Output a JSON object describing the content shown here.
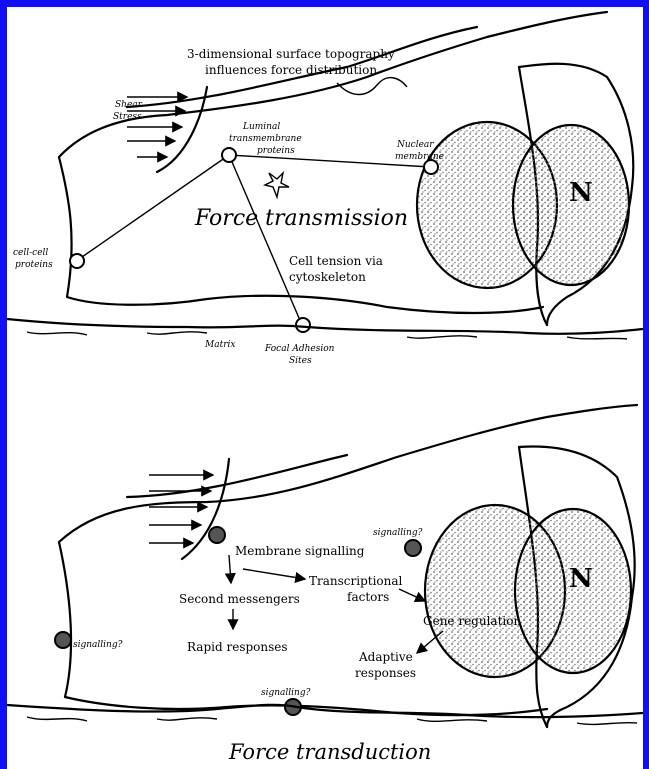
{
  "colors": {
    "border": "#1010f0",
    "ink": "#000000",
    "stipple": "#666666"
  },
  "top": {
    "topography_line1": "3-dimensional surface topography",
    "topography_line2": "influences force distribution",
    "shear_line1": "Shear",
    "shear_line2": "Stress",
    "luminal_line1": "Luminal",
    "luminal_line2": "transmembrane",
    "luminal_line3": "proteins",
    "nuclear_line1": "Nuclear",
    "nuclear_line2": "membrane",
    "force_transmission": "Force transmission",
    "cellcell_line1": "cell-cell",
    "cellcell_line2": "proteins",
    "tension_line1": "Cell tension via",
    "tension_line2": "cytoskeleton",
    "matrix": "Matrix",
    "focal_line1": "Focal Adhesion",
    "focal_line2": "Sites",
    "nucleus": "N"
  },
  "bottom": {
    "membrane_signalling": "Membrane signalling",
    "signalling_nucleus": "signalling?",
    "second_messengers": "Second messengers",
    "transcriptional_line1": "Transcriptional",
    "transcriptional_line2": "factors",
    "gene_regulation": "Gene regulation",
    "rapid_responses": "Rapid responses",
    "signalling_left": "signalling?",
    "adaptive_line1": "Adaptive",
    "adaptive_line2": "responses",
    "signalling_bottom": "signalling?",
    "nucleus": "N"
  },
  "caption": "Force transduction"
}
